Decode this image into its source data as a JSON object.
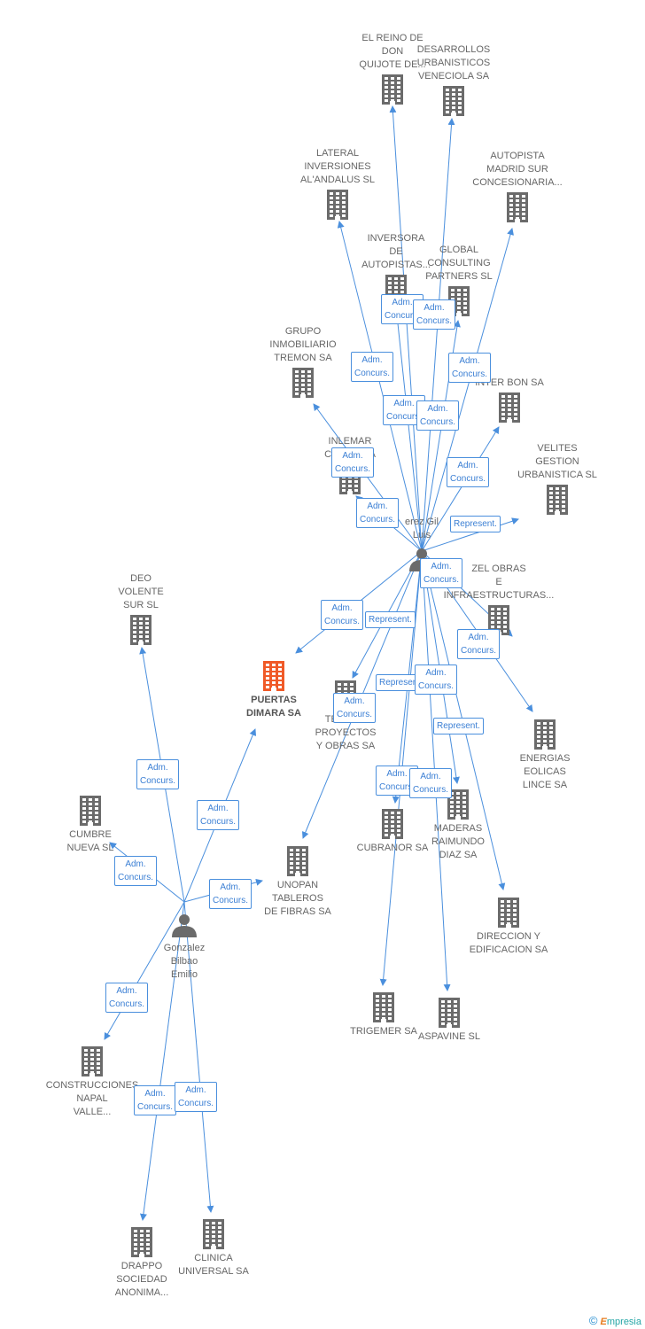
{
  "colors": {
    "edge": "#4a8fdd",
    "building": "#6b6b6b",
    "focus": "#f05a28",
    "person": "#6b6b6b"
  },
  "persons": [
    {
      "id": "perez",
      "name_lines": [
        "erez Gil",
        "Luis"
      ]
    },
    {
      "id": "gonzalez",
      "name_lines": [
        "Gonzalez",
        "Bilbao",
        "Emilio"
      ]
    }
  ],
  "companies": [
    {
      "id": "puertas",
      "name_lines": [
        "PUERTAS",
        "DIMARA SA"
      ],
      "focus": true
    },
    {
      "id": "reino",
      "name_lines": [
        "EL REINO DE",
        "DON",
        "QUIJOTE DE..."
      ]
    },
    {
      "id": "desarrollos",
      "name_lines": [
        "DESARROLLOS",
        "URBANISTICOS",
        "VENECIOLA SA"
      ]
    },
    {
      "id": "lateral",
      "name_lines": [
        "LATERAL",
        "INVERSIONES",
        "AL'ANDALUS SL"
      ]
    },
    {
      "id": "autopista",
      "name_lines": [
        "AUTOPISTA",
        "MADRID SUR",
        "CONCESIONARIA..."
      ]
    },
    {
      "id": "inversora",
      "name_lines": [
        "INVERSORA",
        "DE",
        "AUTOPISTAS..."
      ]
    },
    {
      "id": "global",
      "name_lines": [
        "GLOBAL",
        "CONSULTING",
        "PARTNERS SL"
      ]
    },
    {
      "id": "grupo",
      "name_lines": [
        "GRUPO",
        "INMOBILIARIO",
        "TREMON SA"
      ]
    },
    {
      "id": "interbon",
      "name_lines": [
        "INTER BON SA"
      ]
    },
    {
      "id": "inlemar",
      "name_lines": [
        "INLEMAR",
        "COMPAÑIA"
      ]
    },
    {
      "id": "velites",
      "name_lines": [
        "VELITES",
        "GESTION",
        "URBANISTICA SL"
      ]
    },
    {
      "id": "zel",
      "name_lines": [
        "ZEL OBRAS",
        "E",
        "INFRAESTRUCTURAS..."
      ]
    },
    {
      "id": "deo",
      "name_lines": [
        "DEO",
        "VOLENTE",
        "SUR SL"
      ]
    },
    {
      "id": "tecnor",
      "name_lines": [
        "TECNOR",
        "PROYECTOS",
        "Y OBRAS SA"
      ]
    },
    {
      "id": "energias",
      "name_lines": [
        "ENERGIAS",
        "EOLICAS",
        "LINCE SA"
      ]
    },
    {
      "id": "cumbre",
      "name_lines": [
        "CUMBRE",
        "NUEVA SL"
      ]
    },
    {
      "id": "unopan",
      "name_lines": [
        "UNOPAN",
        "TABLEROS",
        "DE FIBRAS SA"
      ]
    },
    {
      "id": "cubranor",
      "name_lines": [
        "CUBRANOR SA"
      ]
    },
    {
      "id": "maderas",
      "name_lines": [
        "MADERAS",
        "RAIMUNDO",
        "DIAZ SA"
      ]
    },
    {
      "id": "direccion",
      "name_lines": [
        "DIRECCION Y",
        "EDIFICACION SA"
      ]
    },
    {
      "id": "trigemer",
      "name_lines": [
        "TRIGEMER SA"
      ]
    },
    {
      "id": "aspavine",
      "name_lines": [
        "ASPAVINE SL"
      ]
    },
    {
      "id": "construcciones",
      "name_lines": [
        "CONSTRUCCIONES",
        "NAPAL",
        "VALLE..."
      ]
    },
    {
      "id": "drappo",
      "name_lines": [
        "DRAPPO",
        "SOCIEDAD",
        "ANONIMA..."
      ]
    },
    {
      "id": "clinica",
      "name_lines": [
        "CLINICA",
        "UNIVERSAL SA"
      ]
    }
  ],
  "edges": [
    {
      "from": "perez",
      "to": "reino",
      "label_lines": [
        "Adm.",
        "Concurs."
      ]
    },
    {
      "from": "perez",
      "to": "desarrollos",
      "label_lines": [
        "Adm.",
        "Concurs."
      ]
    },
    {
      "from": "perez",
      "to": "lateral",
      "label_lines": [
        "Adm.",
        "Concurs."
      ]
    },
    {
      "from": "perez",
      "to": "autopista",
      "label_lines": [
        "Adm.",
        "Concurs."
      ]
    },
    {
      "from": "perez",
      "to": "inversora",
      "label_lines": [
        "Adm.",
        "Concurs."
      ]
    },
    {
      "from": "perez",
      "to": "global",
      "label_lines": [
        "Adm.",
        "Concurs."
      ]
    },
    {
      "from": "perez",
      "to": "grupo",
      "label_lines": [
        "Adm.",
        "Concurs."
      ]
    },
    {
      "from": "perez",
      "to": "interbon",
      "label_lines": [
        "Adm.",
        "Concurs."
      ]
    },
    {
      "from": "perez",
      "to": "inlemar",
      "label_lines": [
        "Adm.",
        "Concurs."
      ]
    },
    {
      "from": "perez",
      "to": "velites",
      "label_lines": [
        "Represent."
      ]
    },
    {
      "from": "perez",
      "to": "zel",
      "label_lines": [
        "Adm.",
        "Concurs."
      ]
    },
    {
      "from": "perez",
      "to": "puertas",
      "label_lines": [
        "Adm.",
        "Concurs."
      ]
    },
    {
      "from": "perez",
      "to": "tecnor",
      "label_lines": [
        "Represent."
      ]
    },
    {
      "from": "perez",
      "to": "energias",
      "label_lines": [
        "Adm.",
        "Concurs."
      ]
    },
    {
      "from": "perez",
      "to": "unopan",
      "label_lines": [
        "Adm.",
        "Concurs."
      ]
    },
    {
      "from": "perez",
      "to": "cubranor",
      "label_lines": [
        "Represent."
      ]
    },
    {
      "from": "perez",
      "to": "maderas",
      "label_lines": [
        "Adm.",
        "Concurs."
      ]
    },
    {
      "from": "perez",
      "to": "direccion",
      "label_lines": [
        "Represent."
      ]
    },
    {
      "from": "perez",
      "to": "trigemer",
      "label_lines": [
        "Adm.",
        "Concurs."
      ]
    },
    {
      "from": "perez",
      "to": "aspavine",
      "label_lines": [
        "Adm.",
        "Concurs."
      ]
    },
    {
      "from": "gonzalez",
      "to": "deo",
      "label_lines": [
        "Adm.",
        "Concurs."
      ]
    },
    {
      "from": "gonzalez",
      "to": "puertas",
      "label_lines": [
        "Adm.",
        "Concurs."
      ]
    },
    {
      "from": "gonzalez",
      "to": "cumbre",
      "label_lines": [
        "Adm.",
        "Concurs."
      ]
    },
    {
      "from": "gonzalez",
      "to": "unopan",
      "label_lines": [
        "Adm.",
        "Concurs."
      ]
    },
    {
      "from": "gonzalez",
      "to": "construcciones",
      "label_lines": [
        "Adm.",
        "Concurs."
      ]
    },
    {
      "from": "gonzalez",
      "to": "drappo",
      "label_lines": [
        "Adm.",
        "Concurs."
      ]
    },
    {
      "from": "gonzalez",
      "to": "clinica",
      "label_lines": [
        "Adm.",
        "Concurs."
      ]
    }
  ],
  "brand": {
    "copyright": "©",
    "initial": "E",
    "rest": "mpresia"
  }
}
